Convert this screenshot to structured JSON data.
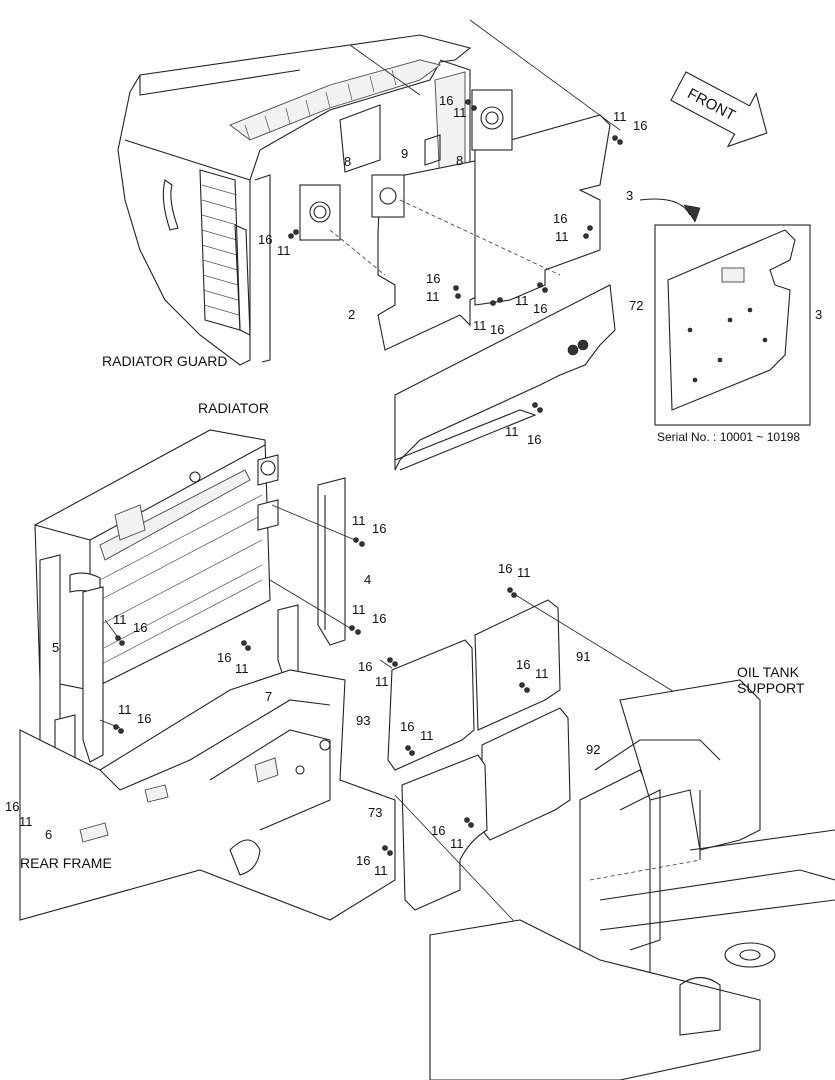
{
  "sections": {
    "radiator_guard": "RADIATOR GUARD",
    "radiator": "RADIATOR",
    "oil_tank_support_line1": "OIL TANK",
    "oil_tank_support_line2": "SUPPORT",
    "rear_frame": "REAR FRAME"
  },
  "direction_arrow": {
    "label": "FRONT"
  },
  "inset": {
    "serial_note": "Serial No. : 10001 ~ 10198",
    "callout": "3"
  },
  "callouts": {
    "c16a": "16",
    "c11a": "11",
    "c11b": "11",
    "c16b": "16",
    "c8a": "8",
    "c8b": "8",
    "c9": "9",
    "c3": "3",
    "c16c": "16",
    "c11c": "11",
    "c16d": "16",
    "c11d": "11",
    "c2": "2",
    "c16e": "16",
    "c11e": "11",
    "c11f": "11",
    "c16f": "16",
    "c72": "72",
    "c11g": "11",
    "c16g": "16",
    "c11h": "11",
    "c16h": "16",
    "c4": "4",
    "c11i": "11",
    "c16i": "16",
    "c11j": "11",
    "c16j": "16",
    "c5": "5",
    "c16k": "16",
    "c11k": "11",
    "c7": "7",
    "c11l": "11",
    "c16l": "16",
    "c16m": "16",
    "c11m": "11",
    "c6": "6",
    "c16n": "16",
    "c11n": "11",
    "c91": "91",
    "c16o": "16",
    "c11o": "11",
    "c16p": "16",
    "c11p": "11",
    "c93": "93",
    "c16q": "16",
    "c11q": "11",
    "c92": "92",
    "c73": "73",
    "c16r": "16",
    "c11r": "11",
    "c16s": "16",
    "c11s": "11"
  },
  "icons": [
    "front-arrow-icon",
    "bolt-icon",
    "washer-icon",
    "leader-arrow-icon"
  ]
}
